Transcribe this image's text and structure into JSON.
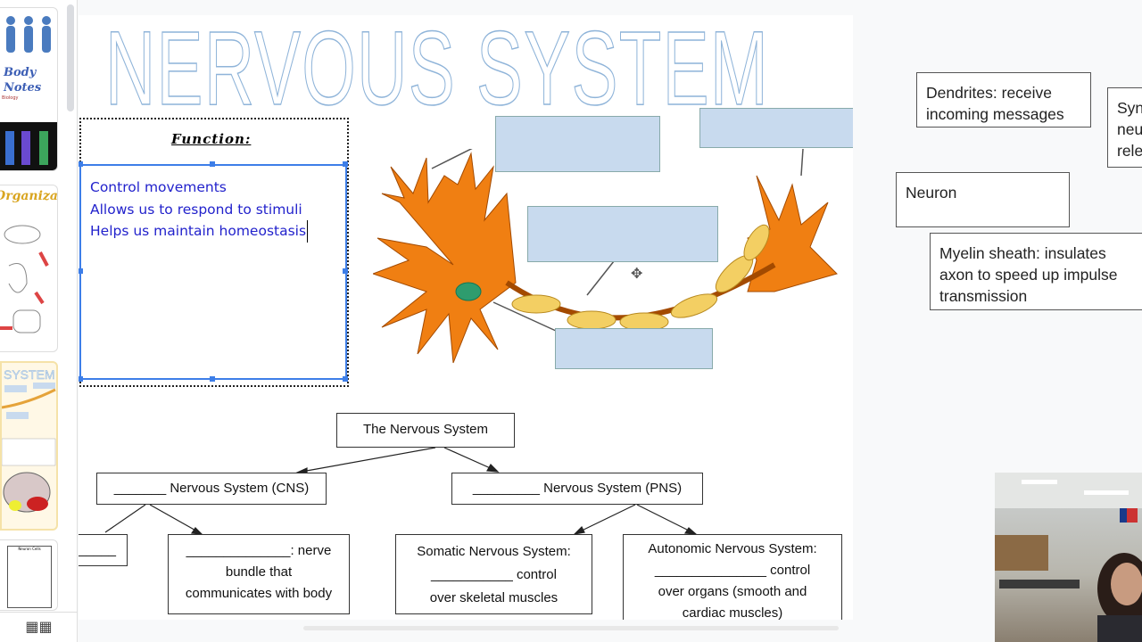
{
  "sidebar": {
    "thumbnails": [
      {
        "title": "Body Notes",
        "subtitle": "Biology"
      },
      {
        "title": "Organization"
      },
      {
        "title": "Nervous System"
      },
      {
        "title": "Neuron Cells"
      }
    ],
    "grid_icon": "grid-icon"
  },
  "slide": {
    "title": "NERVOUS SYSTEM",
    "function_title": "Function:",
    "function_lines": [
      "Control movements",
      "Allows us to respond to stimuli",
      "Helps us maintain homeostasis"
    ],
    "nervous_system": {
      "root": "The Nervous System",
      "cns": "_______ Nervous System (CNS)",
      "pns": "_________ Nervous System (PNS)",
      "cns_left": "_____",
      "nerve": [
        "______________: nerve",
        "bundle that",
        "communicates with body"
      ],
      "somatic": [
        "Somatic Nervous System:",
        "___________ control",
        "over skeletal muscles"
      ],
      "autonomic": [
        "Autonomic Nervous System:",
        "_______________ control",
        "over organs (smooth and",
        "cardiac muscles)"
      ]
    }
  },
  "word_bank": {
    "dendrites": [
      "Dendrites: receive",
      "incoming messages"
    ],
    "synapse": [
      "Syn",
      "neu",
      "rele"
    ],
    "neuron": "Neuron",
    "myelin": [
      "Myelin sheath: insulates",
      "axon to speed up impulse",
      "transmission"
    ]
  },
  "colors": {
    "title_outline": "#8fb4d9",
    "text_blue": "#2222cc",
    "selection": "#3d7ee8",
    "neuron": "#f07f12",
    "myelin": "#f3cf63",
    "label_fill": "#c8daee"
  }
}
